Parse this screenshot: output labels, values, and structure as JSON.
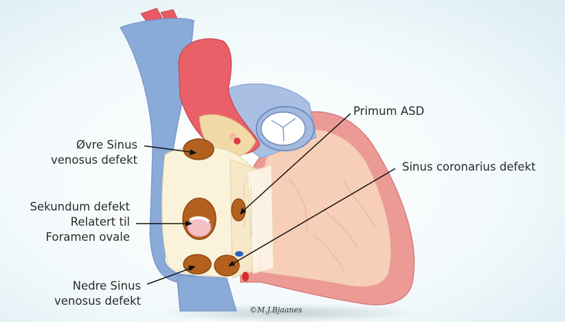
{
  "labels": {
    "ovre_sinus_1": "Øvre Sinus",
    "ovre_sinus_2": "venosus defekt",
    "sekundum_1": "Sekundum defekt",
    "sekundum_2": "Relatert til",
    "sekundum_3": "Foramen ovale",
    "nedre_sinus_1": "Nedre Sinus",
    "nedre_sinus_2": "venosus defekt",
    "primum": "Primum ASD",
    "sinus_coronarius": "Sinus coronarius defekt"
  },
  "signature": "©M.J.Bjaanes",
  "colors": {
    "vena_cava": "#87a8d8",
    "aorta": "#e9636a",
    "atrium": "#fbf3d9",
    "ventricle": "#f4c6b0",
    "myocardium": "#e98f8f",
    "defect": "#b5621f"
  }
}
